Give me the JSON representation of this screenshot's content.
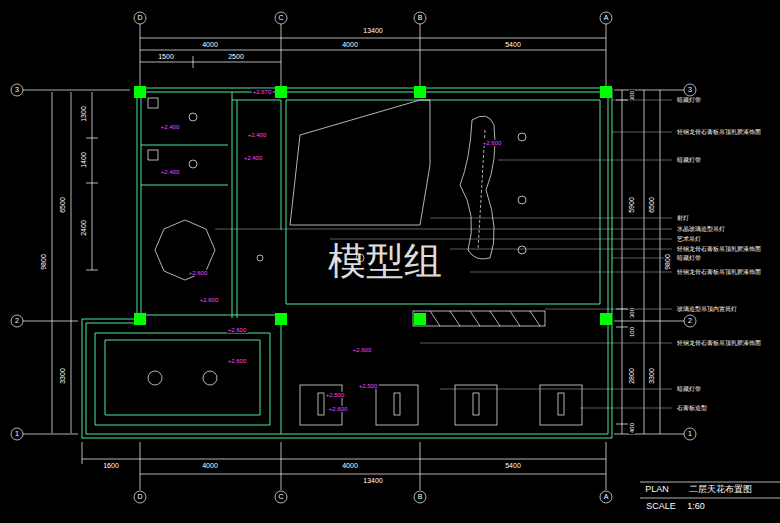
{
  "diagram": {
    "title": "二层天花布置图",
    "labels": [
      "D",
      "C",
      "B",
      "A",
      "13400",
      "4000",
      "4000",
      "5400",
      "1500",
      "2500",
      "3",
      "2",
      "1",
      "1300",
      "1400",
      "2400",
      "6500",
      "9800",
      "3300",
      "300",
      "5900",
      "300",
      "100",
      "2800",
      "400",
      "6500",
      "3300",
      "9800",
      "3",
      "2",
      "1",
      "暗藏灯带",
      "轻钢龙骨石膏板吊顶乳胶漆饰面",
      "暗藏灯带",
      "射灯",
      "水晶玻璃造型吊灯",
      "艺术吊灯",
      "轻钢龙骨石膏板吊顶乳胶漆饰面",
      "暗藏灯带",
      "轻钢龙骨石膏板吊顶乳胶漆饰面",
      "玻璃造型吊顶内置筒灯",
      "轻钢龙骨石膏板吊顶乳胶漆饰面",
      "暗藏灯带",
      "石膏板造型",
      "+2.400",
      "+2.400",
      "+2.670",
      "+2.400",
      "+2.400",
      "+2.600",
      "+2.600",
      "+2.600",
      "+2.600",
      "+2.600",
      "+2.600",
      "+2.500",
      "+2.500",
      "+2.600",
      "D",
      "C",
      "B",
      "A",
      "1600",
      "4000",
      "4000",
      "5400",
      "13400",
      "模型组",
      "PLAN",
      "SCALE",
      "1:60"
    ]
  }
}
